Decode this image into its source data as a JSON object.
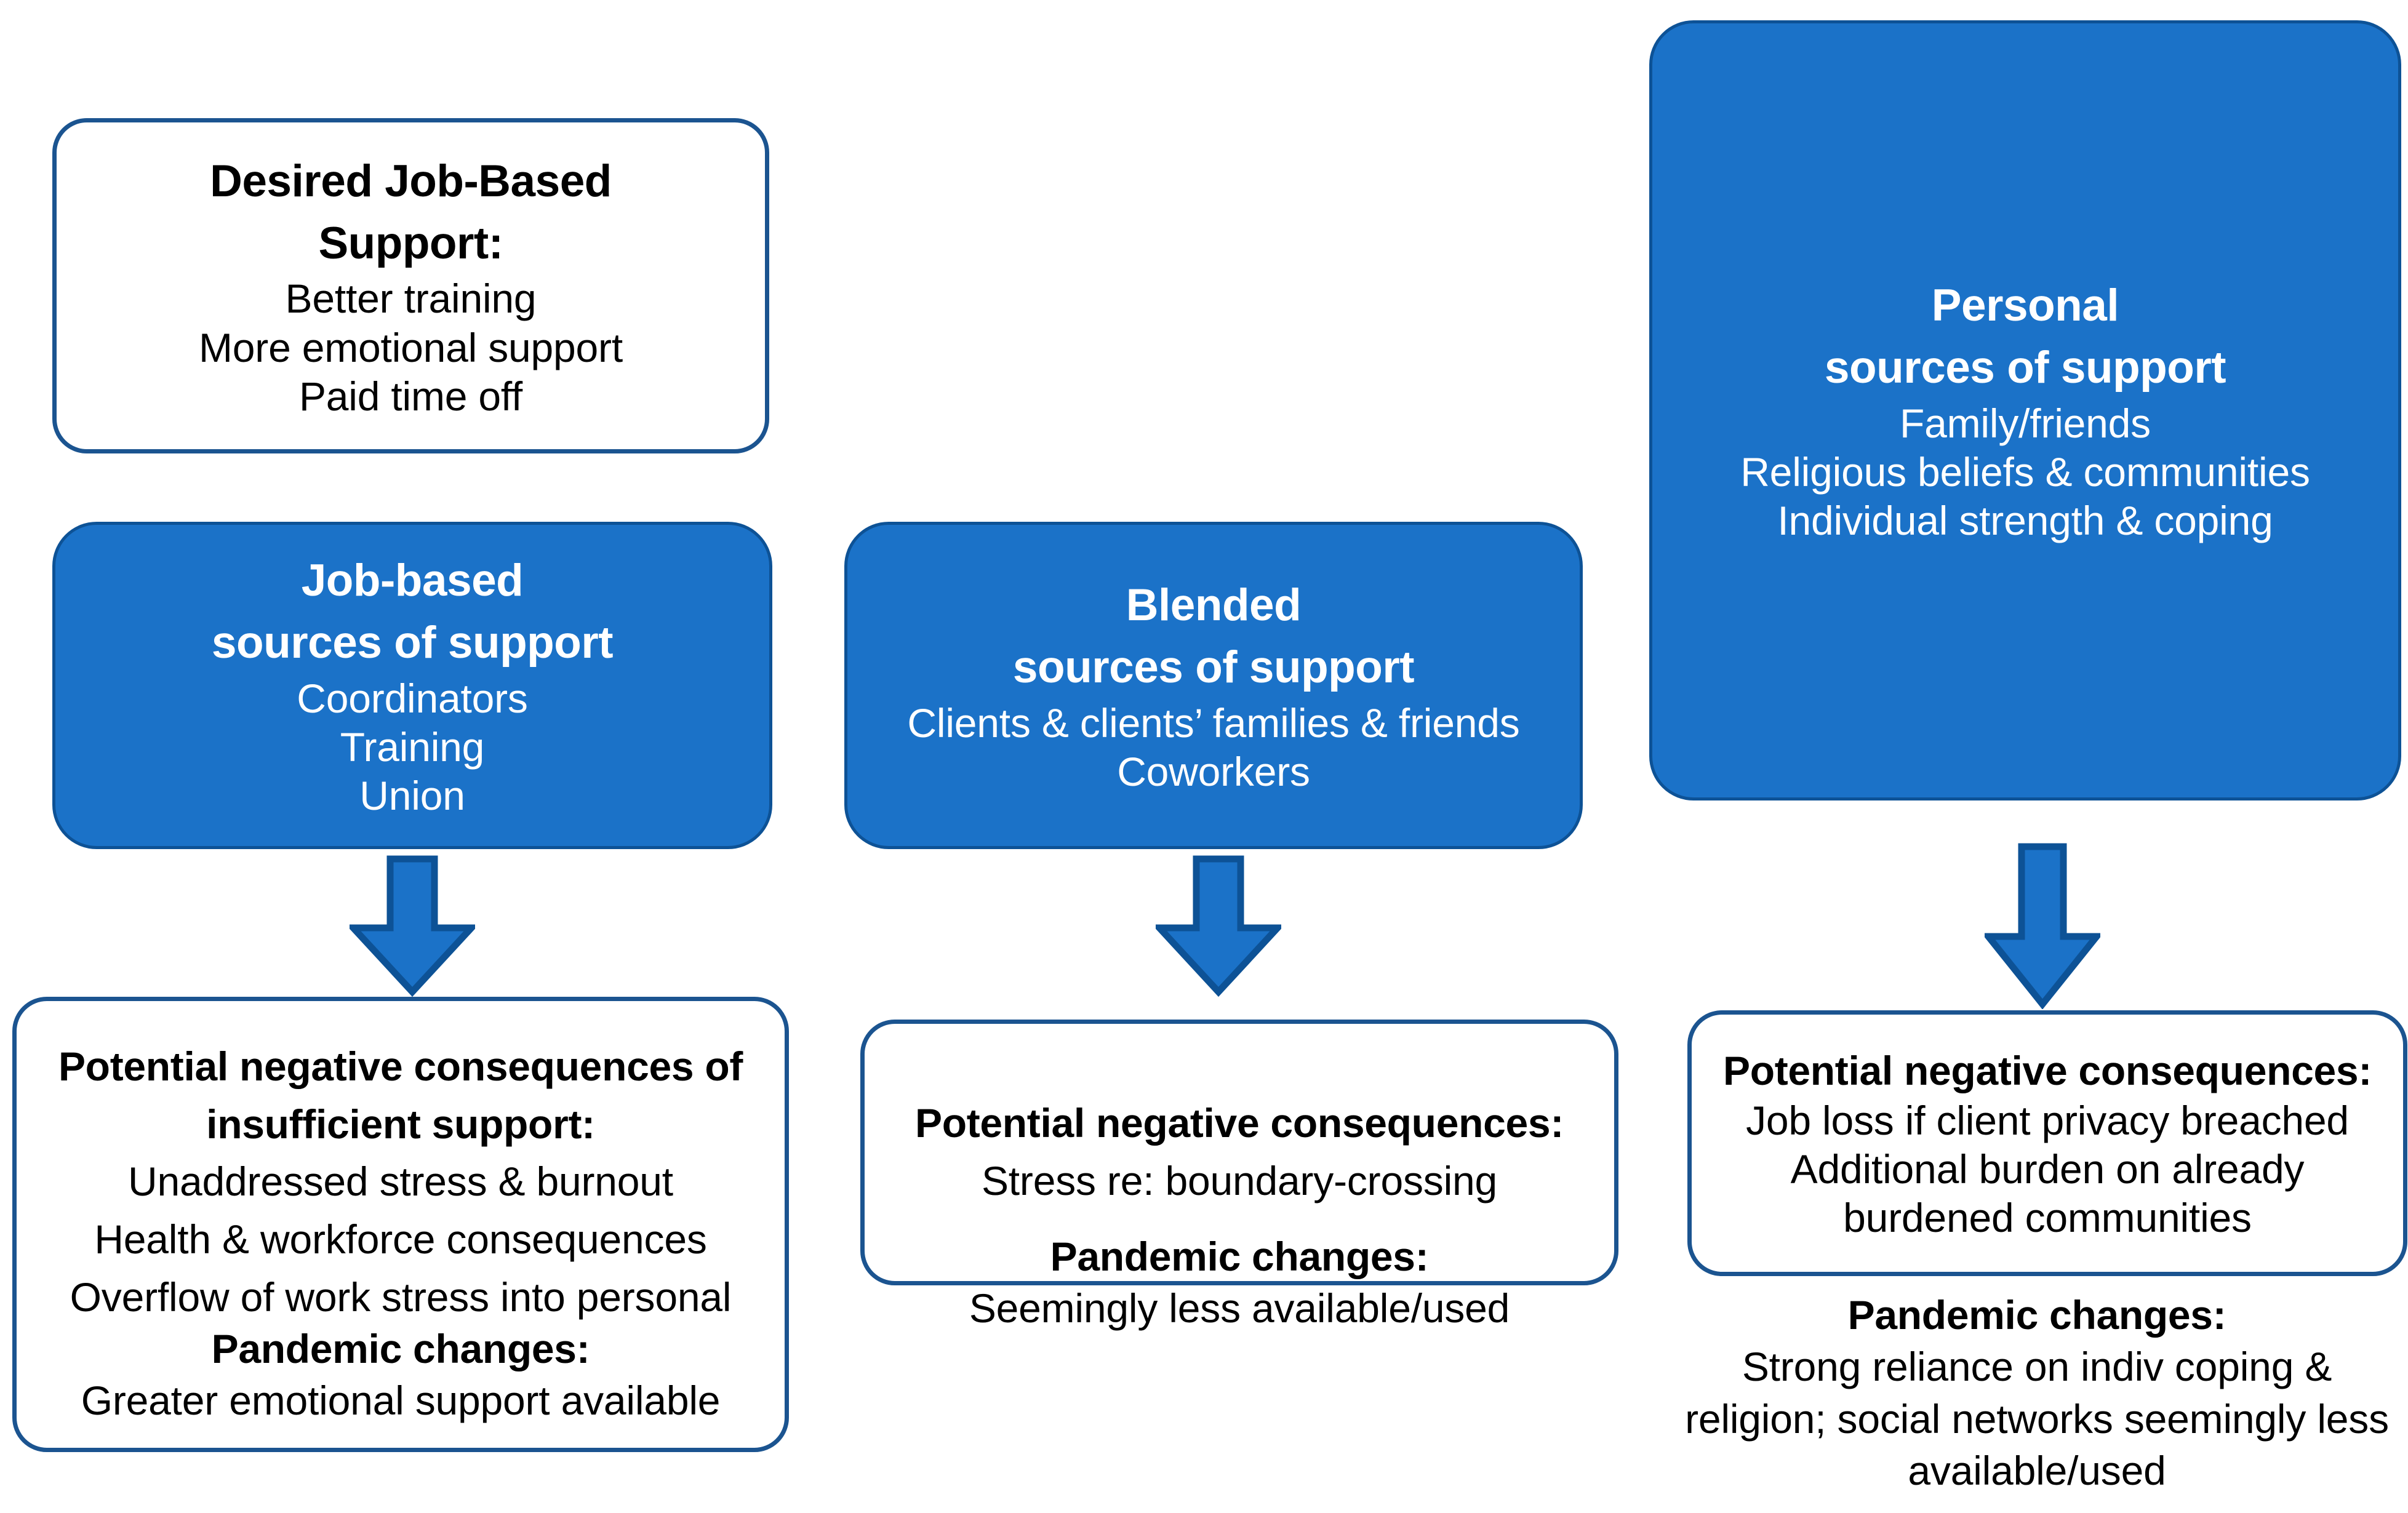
{
  "colors": {
    "box_fill": "#1b72c8",
    "box_fill_border": "#0d5296",
    "outline_border": "#1b5490",
    "arrow_fill": "#1b72c8",
    "arrow_stroke": "#0d5296",
    "text_dark": "#000000",
    "text_light": "#ffffff",
    "background": "#ffffff"
  },
  "columns": {
    "job": {
      "desired": {
        "title_line1": "Desired Job-Based",
        "title_line2": "Support:",
        "items": [
          "Better training",
          "More emotional support",
          "Paid time off"
        ]
      },
      "sources": {
        "title_line1": "Job-based",
        "title_line2": "sources of support",
        "items": [
          "Coordinators",
          "Training",
          "Union"
        ]
      },
      "arrow": "down-arrow",
      "consequences": {
        "title_line1": "Potential negative consequences of",
        "title_line2": "insufficient support:",
        "items": [
          "Unaddressed stress & burnout",
          "Health & workforce consequences",
          "Overflow of work stress into personal"
        ]
      },
      "pandemic": {
        "title": "Pandemic changes:",
        "items": [
          "Greater emotional support available"
        ]
      }
    },
    "blended": {
      "sources": {
        "title_line1": "Blended",
        "title_line2": "sources of support",
        "items": [
          "Clients & clients’ families & friends",
          "Coworkers"
        ]
      },
      "arrow": "down-arrow",
      "consequences": {
        "title_line1": "Potential negative consequences:",
        "items": [
          "Stress re: boundary-crossing"
        ]
      },
      "pandemic": {
        "title": "Pandemic changes:",
        "items": [
          "Seemingly less available/used"
        ]
      }
    },
    "personal": {
      "sources": {
        "title_line1": "Personal",
        "title_line2": "sources of support",
        "items": [
          "Family/friends",
          "Religious beliefs & communities",
          "Individual strength & coping"
        ]
      },
      "arrow": "down-arrow",
      "consequences": {
        "title_line1": "Potential negative consequences:",
        "items": [
          "Job loss if client privacy breached",
          "Additional burden on already",
          "burdened communities"
        ]
      },
      "pandemic": {
        "title": "Pandemic changes:",
        "items": [
          "Strong reliance on indiv coping &",
          "religion; social networks seemingly less",
          "available/used"
        ]
      }
    }
  }
}
